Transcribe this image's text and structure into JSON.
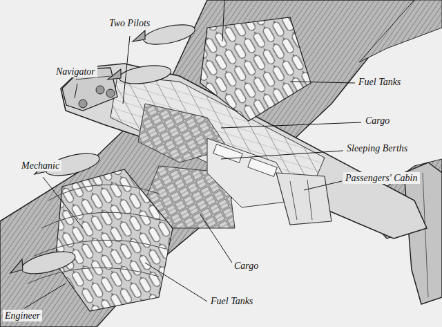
{
  "diagram": {
    "labels": [
      "Two Pilots",
      "Navigator",
      "Fuel Tanks",
      "Cargo",
      "Sleeping Berths",
      "Passengers' Cabin",
      "Mechanic",
      "Cargo",
      "Fuel Tanks",
      "Engineer"
    ]
  }
}
